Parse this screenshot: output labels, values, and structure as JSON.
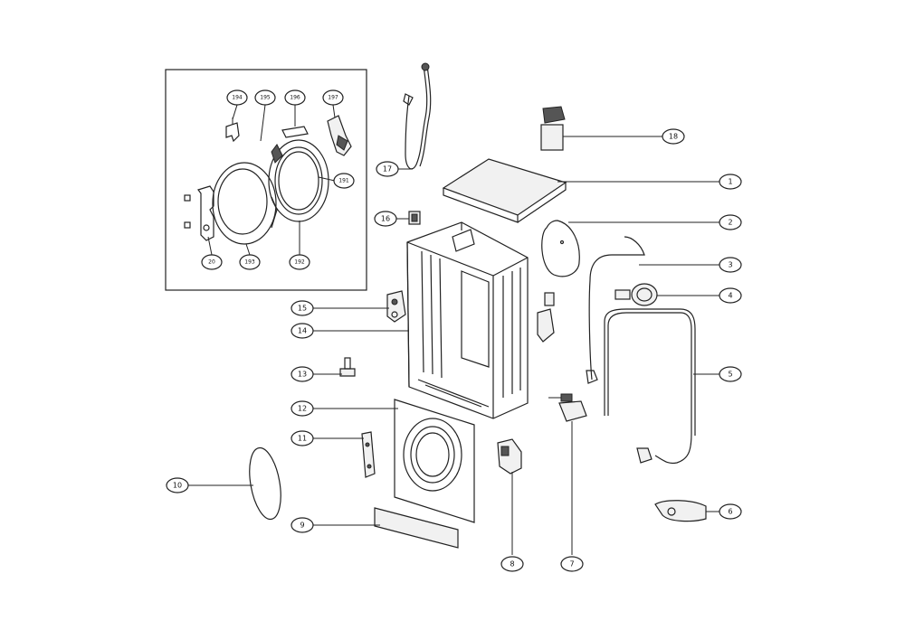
{
  "callouts": {
    "c1": "1",
    "c2": "2",
    "c3": "3",
    "c4": "4",
    "c5": "5",
    "c6": "6",
    "c7": "7",
    "c8": "8",
    "c9": "9",
    "c10": "10",
    "c11": "11",
    "c12": "12",
    "c13": "13",
    "c14": "14",
    "c15": "15",
    "c16": "16",
    "c17": "17",
    "c18": "18",
    "c191": "191",
    "c192": "192",
    "c193": "193",
    "c194": "194",
    "c195": "195",
    "c196": "196",
    "c197": "197",
    "c20": "20"
  }
}
